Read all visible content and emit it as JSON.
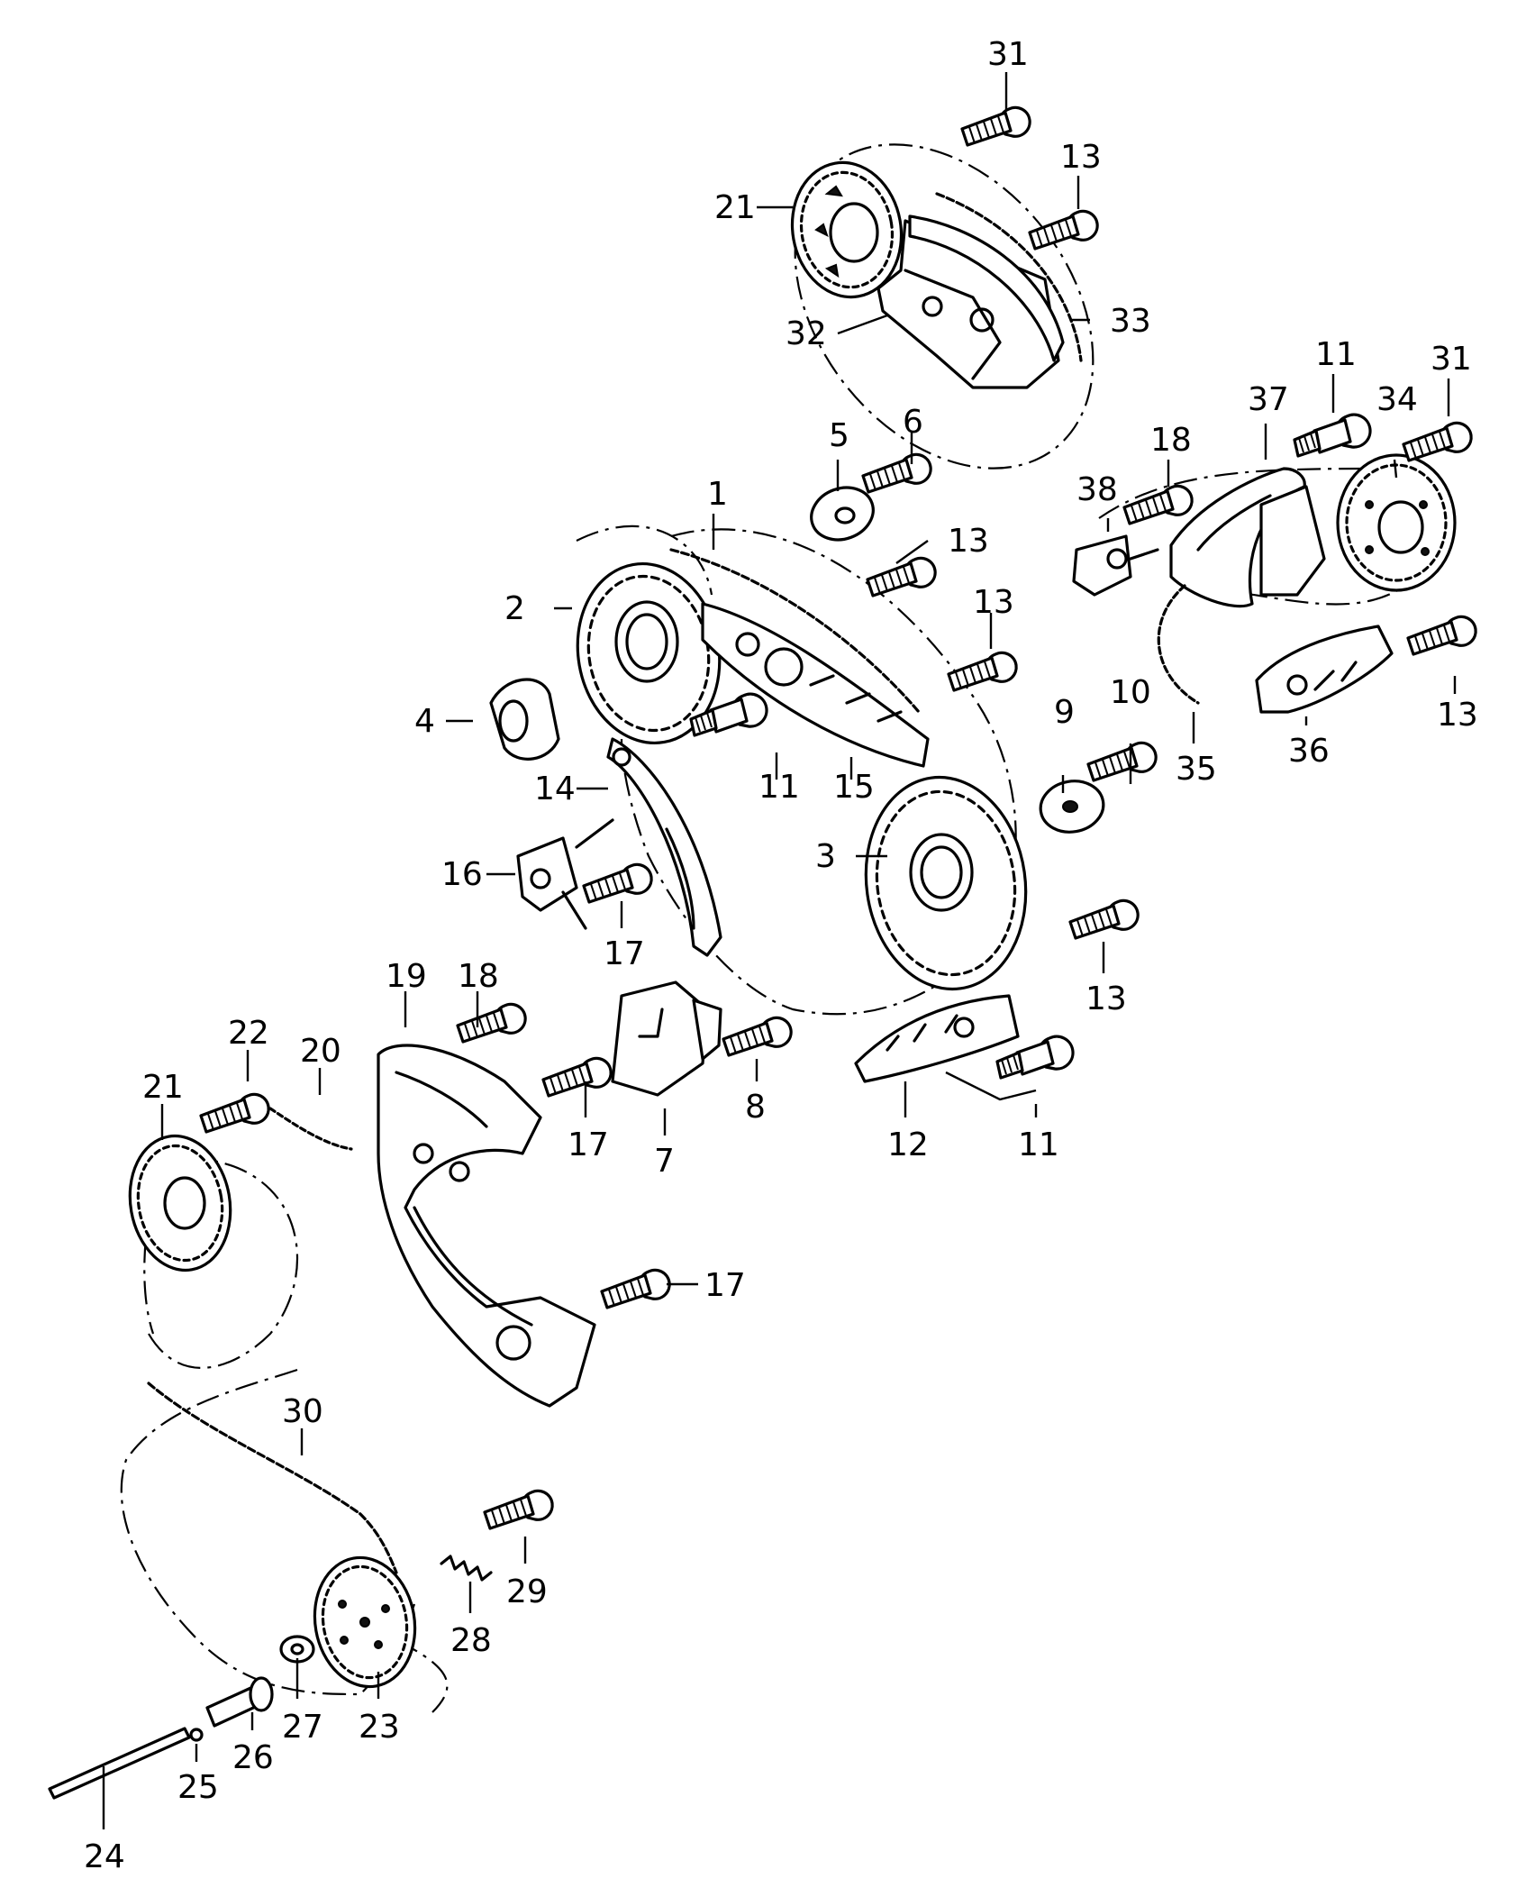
{
  "diagram": {
    "colors": {
      "line": "#000000",
      "background": "#ffffff"
    },
    "callouts": [
      {
        "id": "c31a",
        "text": "31"
      },
      {
        "id": "c13a",
        "text": "13"
      },
      {
        "id": "c21a",
        "text": "21"
      },
      {
        "id": "c33",
        "text": "33"
      },
      {
        "id": "c32",
        "text": "32"
      },
      {
        "id": "c11a",
        "text": "11"
      },
      {
        "id": "c31b",
        "text": "31"
      },
      {
        "id": "c37",
        "text": "37"
      },
      {
        "id": "c34",
        "text": "34"
      },
      {
        "id": "c18a",
        "text": "18"
      },
      {
        "id": "c38",
        "text": "38"
      },
      {
        "id": "c5",
        "text": "5"
      },
      {
        "id": "c6",
        "text": "6"
      },
      {
        "id": "c1",
        "text": "1"
      },
      {
        "id": "c13b",
        "text": "13"
      },
      {
        "id": "c2",
        "text": "2"
      },
      {
        "id": "c13c",
        "text": "13"
      },
      {
        "id": "c13d",
        "text": "13"
      },
      {
        "id": "c36",
        "text": "36"
      },
      {
        "id": "c35",
        "text": "35"
      },
      {
        "id": "c4",
        "text": "4"
      },
      {
        "id": "c9",
        "text": "9"
      },
      {
        "id": "c10",
        "text": "10"
      },
      {
        "id": "c11b",
        "text": "11"
      },
      {
        "id": "c15",
        "text": "15"
      },
      {
        "id": "c14",
        "text": "14"
      },
      {
        "id": "c3",
        "text": "3"
      },
      {
        "id": "c16",
        "text": "16"
      },
      {
        "id": "c17a",
        "text": "17"
      },
      {
        "id": "c13e",
        "text": "13"
      },
      {
        "id": "c19",
        "text": "19"
      },
      {
        "id": "c18b",
        "text": "18"
      },
      {
        "id": "c22",
        "text": "22"
      },
      {
        "id": "c20",
        "text": "20"
      },
      {
        "id": "c21b",
        "text": "21"
      },
      {
        "id": "c17b",
        "text": "17"
      },
      {
        "id": "c8",
        "text": "8"
      },
      {
        "id": "c7",
        "text": "7"
      },
      {
        "id": "c12",
        "text": "12"
      },
      {
        "id": "c11c",
        "text": "11"
      },
      {
        "id": "c17c",
        "text": "17"
      },
      {
        "id": "c30",
        "text": "30"
      },
      {
        "id": "c29",
        "text": "29"
      },
      {
        "id": "c28",
        "text": "28"
      },
      {
        "id": "c27",
        "text": "27"
      },
      {
        "id": "c23",
        "text": "23"
      },
      {
        "id": "c26",
        "text": "26"
      },
      {
        "id": "c25",
        "text": "25"
      },
      {
        "id": "c24",
        "text": "24"
      }
    ]
  }
}
